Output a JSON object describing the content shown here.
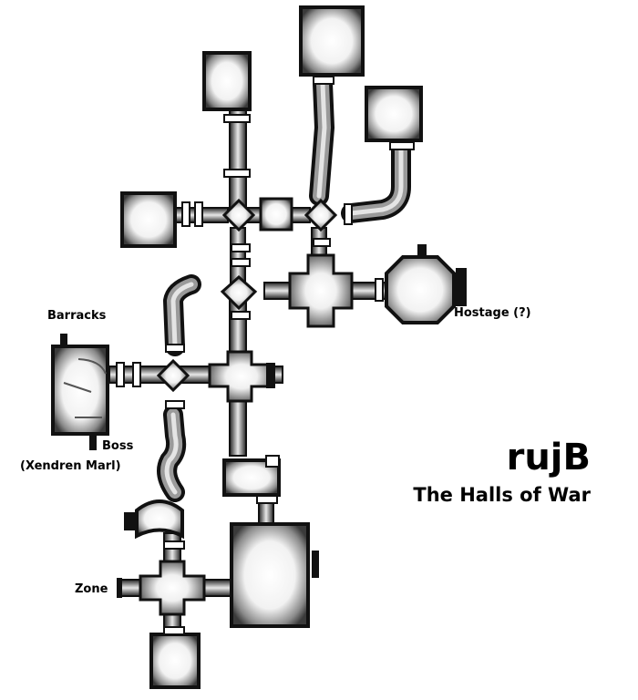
{
  "map": {
    "title": "rujB",
    "subtitle": "The Halls of War",
    "labels": {
      "barracks": "Barracks",
      "boss": "Boss",
      "boss_name": "(Xendren Marl)",
      "hostage": "Hostage (?)",
      "zone": "Zone"
    }
  },
  "colors": {
    "background": "#ffffff",
    "wall": "#111111",
    "floor_edge": "#6e6e6e",
    "floor_light": "#ffffff",
    "text": "#000000"
  }
}
